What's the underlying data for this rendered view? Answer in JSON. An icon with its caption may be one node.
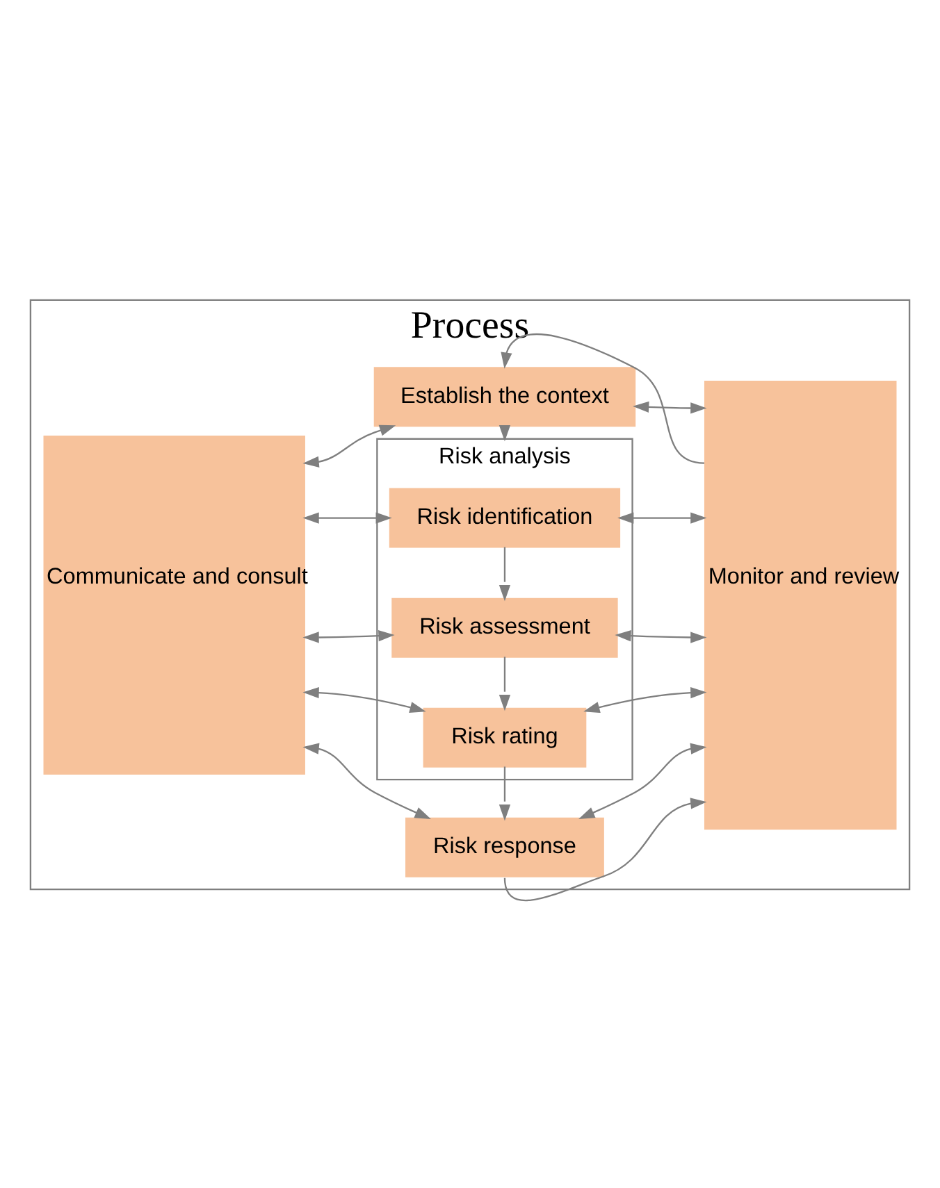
{
  "diagram": {
    "nodes": [
      {
        "text": [
          "Process"
        ]
      },
      {
        "text": [
          "Establish the context"
        ],
        "in": 0
      },
      {
        "text": [
          "Communicate and consult"
        ],
        "in": 0
      },
      {
        "text": [
          "Monitor and review"
        ],
        "in": 0
      },
      {
        "text": [
          "Risk analysis"
        ],
        "in": 0
      },
      {
        "text": [
          "Risk identification"
        ],
        "in": 4
      },
      {
        "text": [
          "Risk assessment"
        ],
        "in": 4
      },
      {
        "text": [
          "Risk rating"
        ],
        "in": 4
      },
      {
        "text": [
          "Risk response"
        ],
        "in": 0
      }
    ],
    "edges": [
      {
        "from": 2,
        "to": 1,
        "arrow": "both"
      },
      {
        "from": 1,
        "to": 3,
        "arrow": "both"
      },
      {
        "from": 3,
        "to": 1,
        "arrow": "to"
      },
      {
        "from": 1,
        "to": 4,
        "arrow": "to"
      },
      {
        "from": 2,
        "to": 5,
        "arrow": "both"
      },
      {
        "from": 5,
        "to": 3,
        "arrow": "both"
      },
      {
        "from": 5,
        "to": 6,
        "arrow": "to"
      },
      {
        "from": 2,
        "to": 6,
        "arrow": "both"
      },
      {
        "from": 6,
        "to": 3,
        "arrow": "both"
      },
      {
        "from": 6,
        "to": 7,
        "arrow": "to"
      },
      {
        "from": 2,
        "to": 7,
        "arrow": "both"
      },
      {
        "from": 7,
        "to": 3,
        "arrow": "both"
      },
      {
        "from": 7,
        "to": 8,
        "arrow": "to"
      },
      {
        "from": 2,
        "to": 8,
        "arrow": "both"
      },
      {
        "from": 8,
        "to": 3,
        "arrow": "both"
      },
      {
        "from": 8,
        "to": 3,
        "arrow": "to"
      }
    ]
  }
}
